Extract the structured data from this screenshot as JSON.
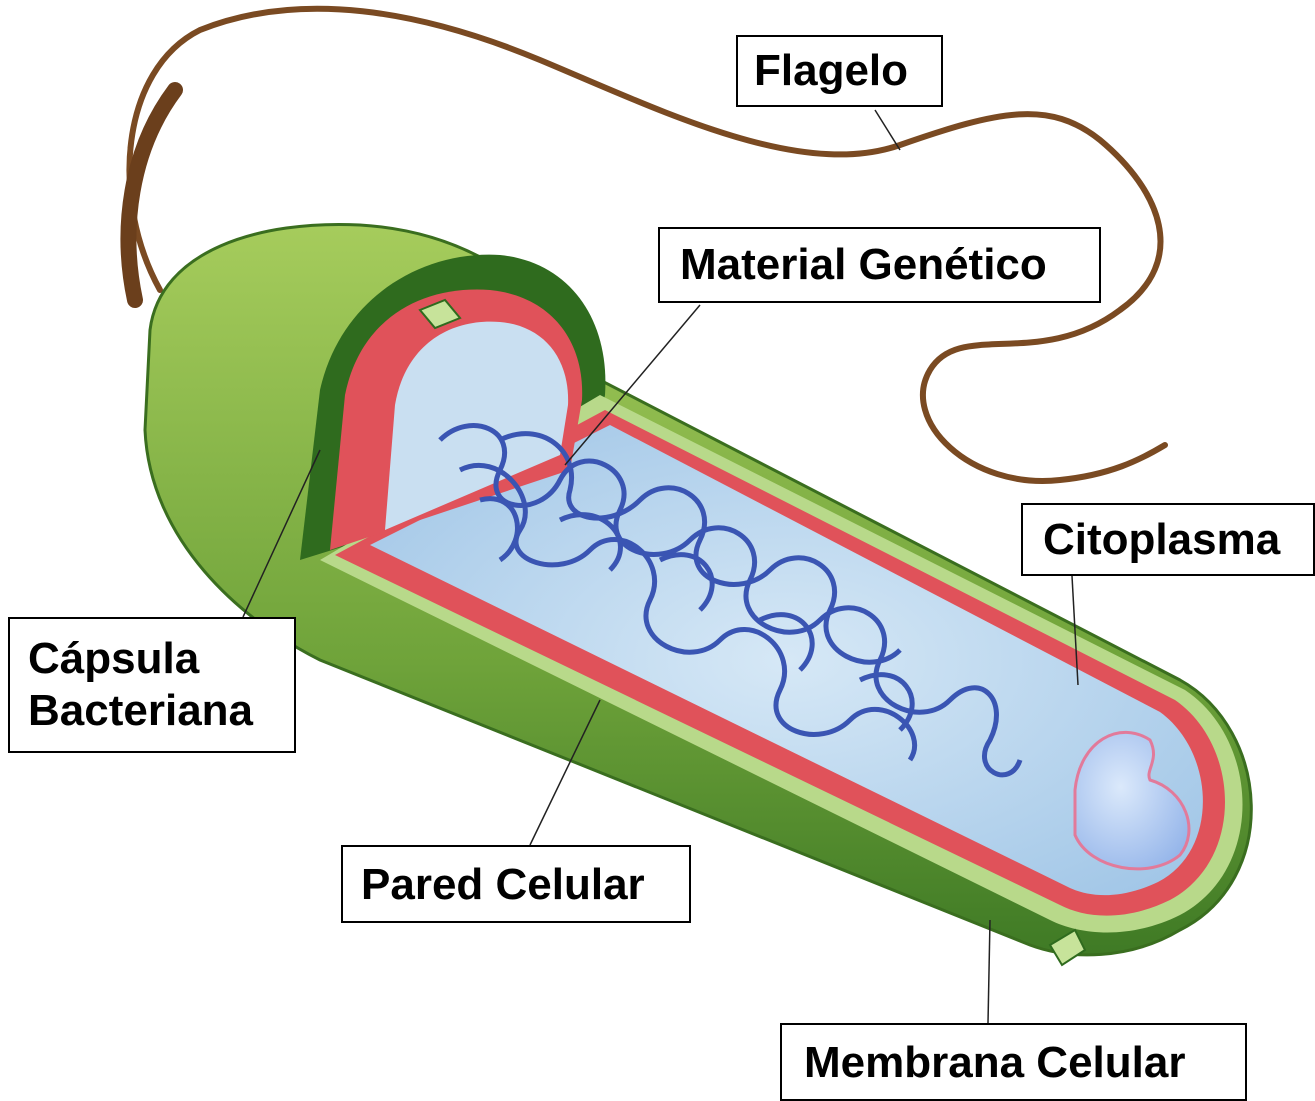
{
  "labels": {
    "flagelo": "Flagelo",
    "material_genetico": "Material Genético",
    "citoplasma": "Citoplasma",
    "capsula_line1": "Cápsula",
    "capsula_line2": "Bacteriana",
    "pared_celular": "Pared Celular",
    "membrana_celular": "Membrana Celular"
  },
  "colors": {
    "capsule": "#7fb043",
    "capsule_dark": "#2f6b1e",
    "cell_wall": "#e0525a",
    "membrane": "#b8d98a",
    "cytoplasm": "#bcd8ef",
    "dna": "#3a55b3",
    "flagellum": "#7a4a22"
  }
}
